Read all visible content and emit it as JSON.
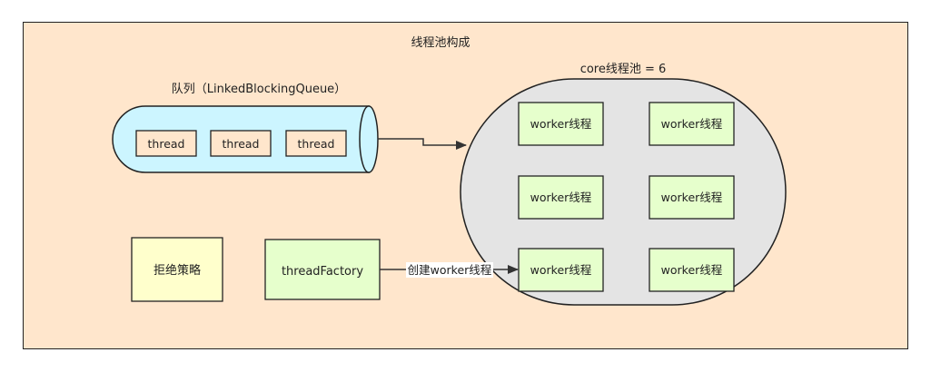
{
  "title": "线程池构成",
  "queue": {
    "label": "队列（LinkedBlockingQueue）",
    "items": [
      "thread",
      "thread",
      "thread"
    ]
  },
  "pool": {
    "label": "core线程池 = 6",
    "workers": [
      "worker线程",
      "worker线程",
      "worker线程",
      "worker线程",
      "worker线程",
      "worker线程"
    ]
  },
  "reject": {
    "label": "拒绝策略"
  },
  "factory": {
    "label": "threadFactory"
  },
  "edges": {
    "create_label": "创建worker线程"
  },
  "colors": {
    "background": "#ffe6cc",
    "queue_fill": "#ccf5ff",
    "pool_fill": "#e4e4e4",
    "worker_fill": "#e6ffcc",
    "reject_fill": "#ffffcc",
    "factory_fill": "#e6ffcc",
    "thread_fill": "#ffe6cc"
  }
}
